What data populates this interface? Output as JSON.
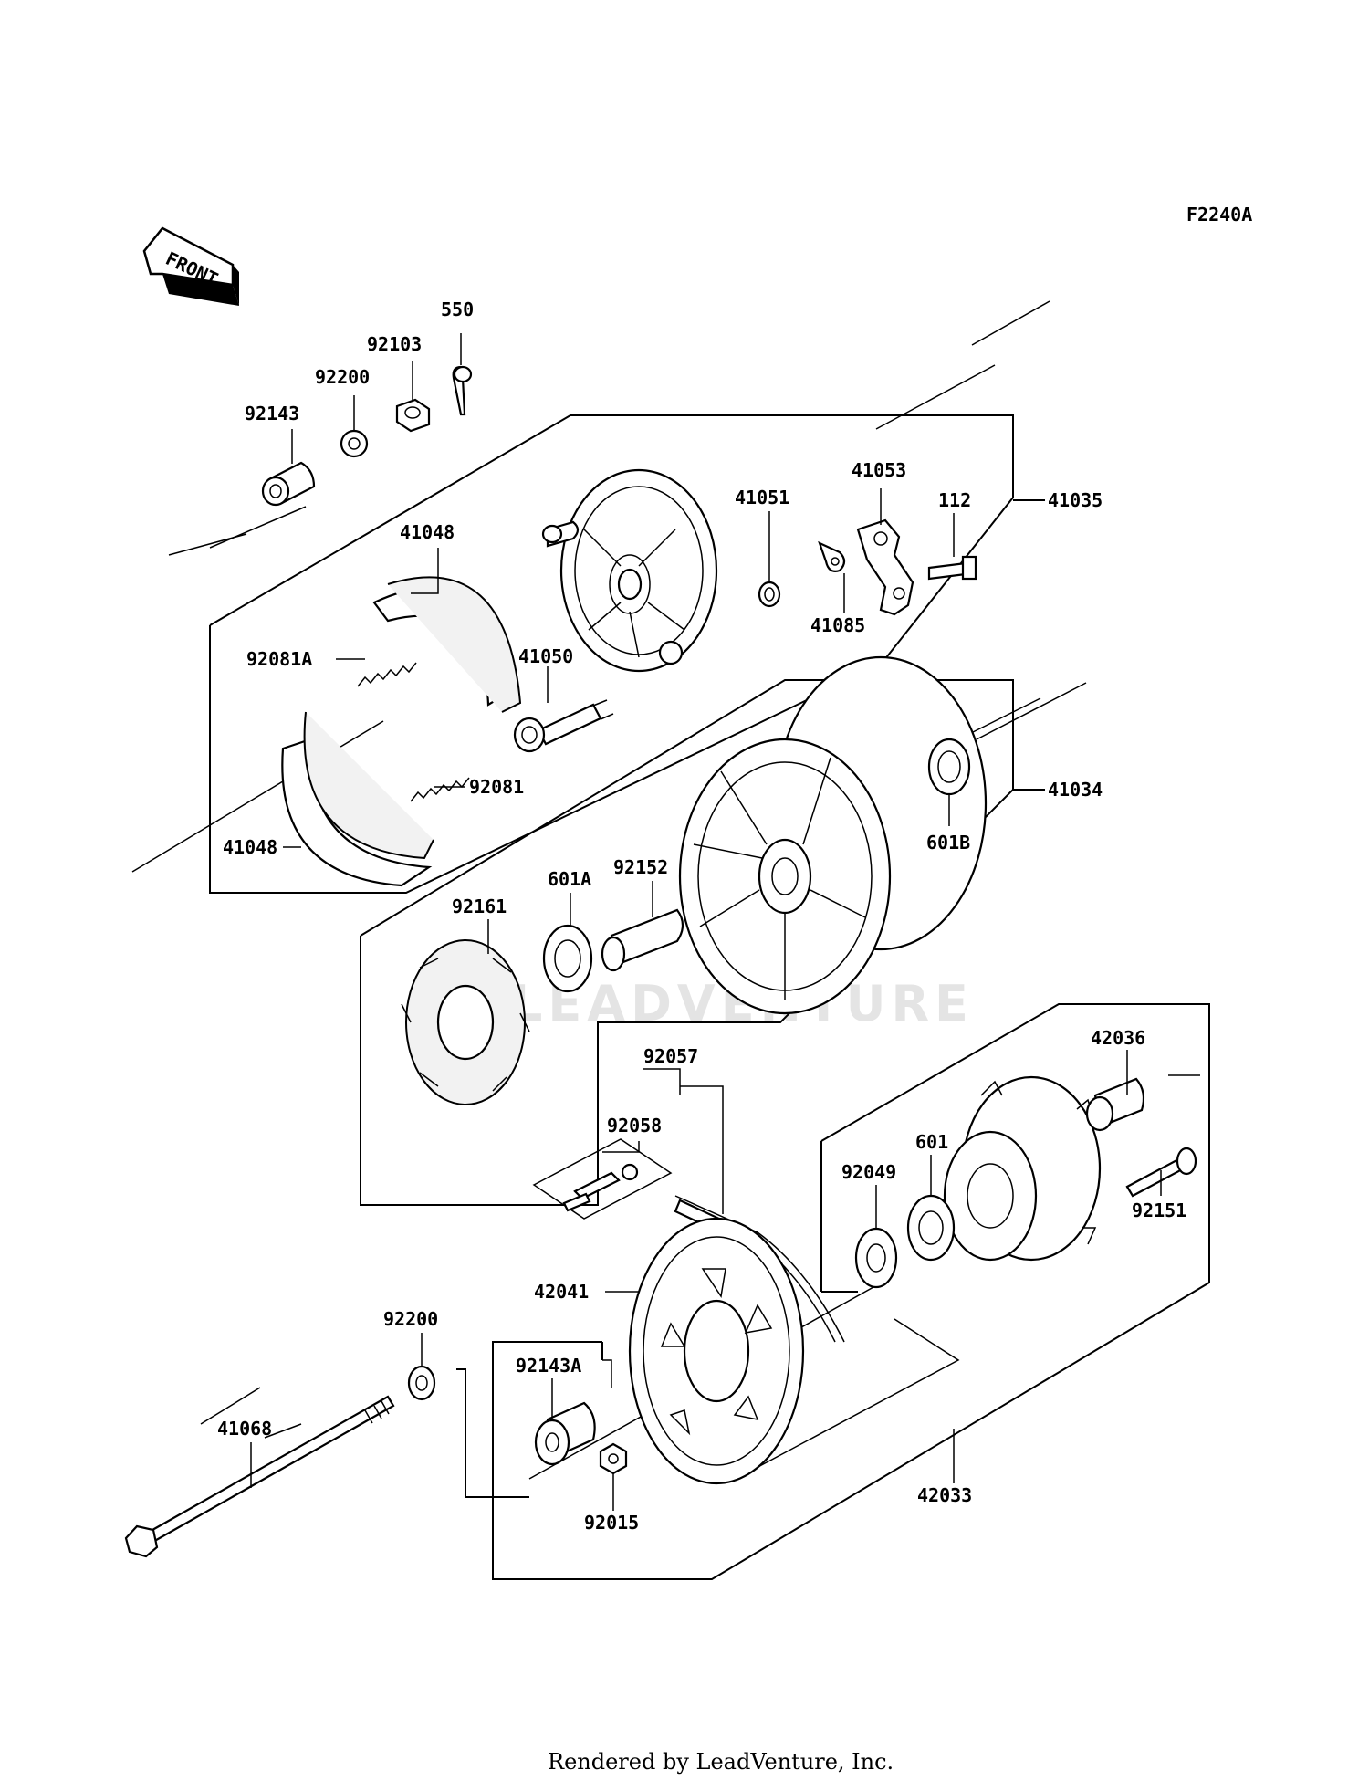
{
  "diagram": {
    "code": "F2240A",
    "front_label": "FRONT",
    "footer": "Rendered by LeadVenture, Inc.",
    "watermark": "LEADVENTURE",
    "parts": {
      "p550": "550",
      "p92103": "92103",
      "p92200_top": "92200",
      "p92143": "92143",
      "p41048_top": "41048",
      "p92081A": "92081A",
      "p41050": "41050",
      "p92081": "92081",
      "p41048_bot": "41048",
      "p41051": "41051",
      "p41053": "41053",
      "p112": "112",
      "p41085": "41085",
      "p41035": "41035",
      "p41034": "41034",
      "p601B": "601B",
      "p92152": "92152",
      "p601A": "601A",
      "p92161": "92161",
      "p92057": "92057",
      "p92058": "92058",
      "p42036": "42036",
      "p601": "601",
      "p92049": "92049",
      "p92151": "92151",
      "p42041": "42041",
      "p92200_bot": "92200",
      "p92143A": "92143A",
      "p41068": "41068",
      "p92015": "92015",
      "p42033": "42033"
    }
  }
}
